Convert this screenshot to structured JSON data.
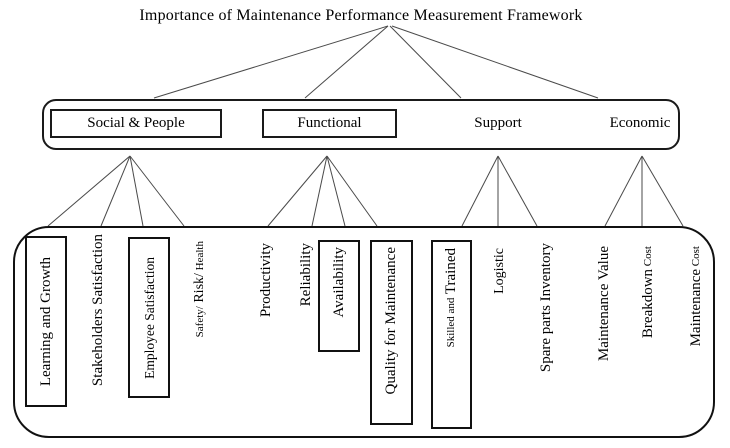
{
  "title": "Importance of Maintenance Performance Measurement Framework",
  "categories": {
    "social": {
      "label": "Social & People"
    },
    "functional": {
      "label": "Functional"
    },
    "support": {
      "label": "Support"
    },
    "economic": {
      "label": "Economic"
    }
  },
  "leaves": {
    "learning_and_growth": "Learning and Growth",
    "stakeholders_satisfaction": "Stakeholders Satisfaction",
    "employee_satisfaction": "Employee Satisfaction",
    "safety_risk_health": {
      "p1": "Safety/",
      "p2": " Risk/",
      "p3": " Health"
    },
    "productivity": "Productivity",
    "reliability": "Reliability",
    "availability": "Availability",
    "quality_for_maintenance": "Quality for Maintenance",
    "skilled_and_trained": {
      "p1": "Skilled and",
      "p2": " Trained"
    },
    "logistic": "Logistic",
    "spare_parts_inventory": "Spare parts Inventory",
    "maintenance_value": "Maintenance Value",
    "breakdown_cost": {
      "p1": "Breakdown",
      "p2": " Cost"
    },
    "maintenance_cost": {
      "p1": "Maintenance",
      "p2": " Cost"
    }
  },
  "colors": {
    "border": "#1a1a1a",
    "line": "#4a4a4a",
    "background": "#ffffff",
    "text": "#000000"
  }
}
